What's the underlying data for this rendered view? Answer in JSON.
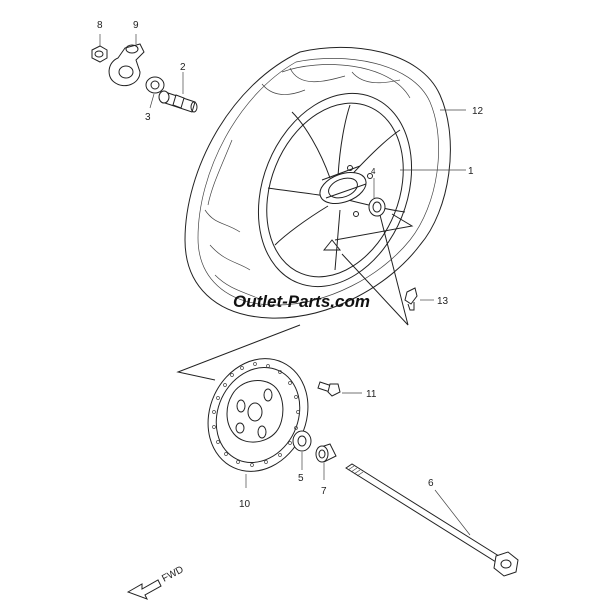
{
  "watermark": "Outlet-Parts.com",
  "direction_label": "FWD",
  "callouts": {
    "c1": "1",
    "c2": "2",
    "c3": "3",
    "c4": "4",
    "c5": "5",
    "c6": "6",
    "c7": "7",
    "c8": "8",
    "c9": "9",
    "c10": "10",
    "c11": "11",
    "c12": "12",
    "c13": "13"
  },
  "parts": [
    {
      "ref": "1",
      "icon": "wheel-rim-icon"
    },
    {
      "ref": "2",
      "icon": "spacer-sleeve-icon"
    },
    {
      "ref": "3",
      "icon": "bearing-icon"
    },
    {
      "ref": "4",
      "icon": "bearing-icon"
    },
    {
      "ref": "5",
      "icon": "bearing-icon"
    },
    {
      "ref": "6",
      "icon": "axle-bolt-icon"
    },
    {
      "ref": "7",
      "icon": "spacer-collar-icon"
    },
    {
      "ref": "8",
      "icon": "nut-icon"
    },
    {
      "ref": "9",
      "icon": "speedometer-gearbox-icon"
    },
    {
      "ref": "10",
      "icon": "brake-disc-icon"
    },
    {
      "ref": "11",
      "icon": "disc-bolt-icon"
    },
    {
      "ref": "12",
      "icon": "tire-icon"
    },
    {
      "ref": "13",
      "icon": "valve-icon"
    }
  ]
}
